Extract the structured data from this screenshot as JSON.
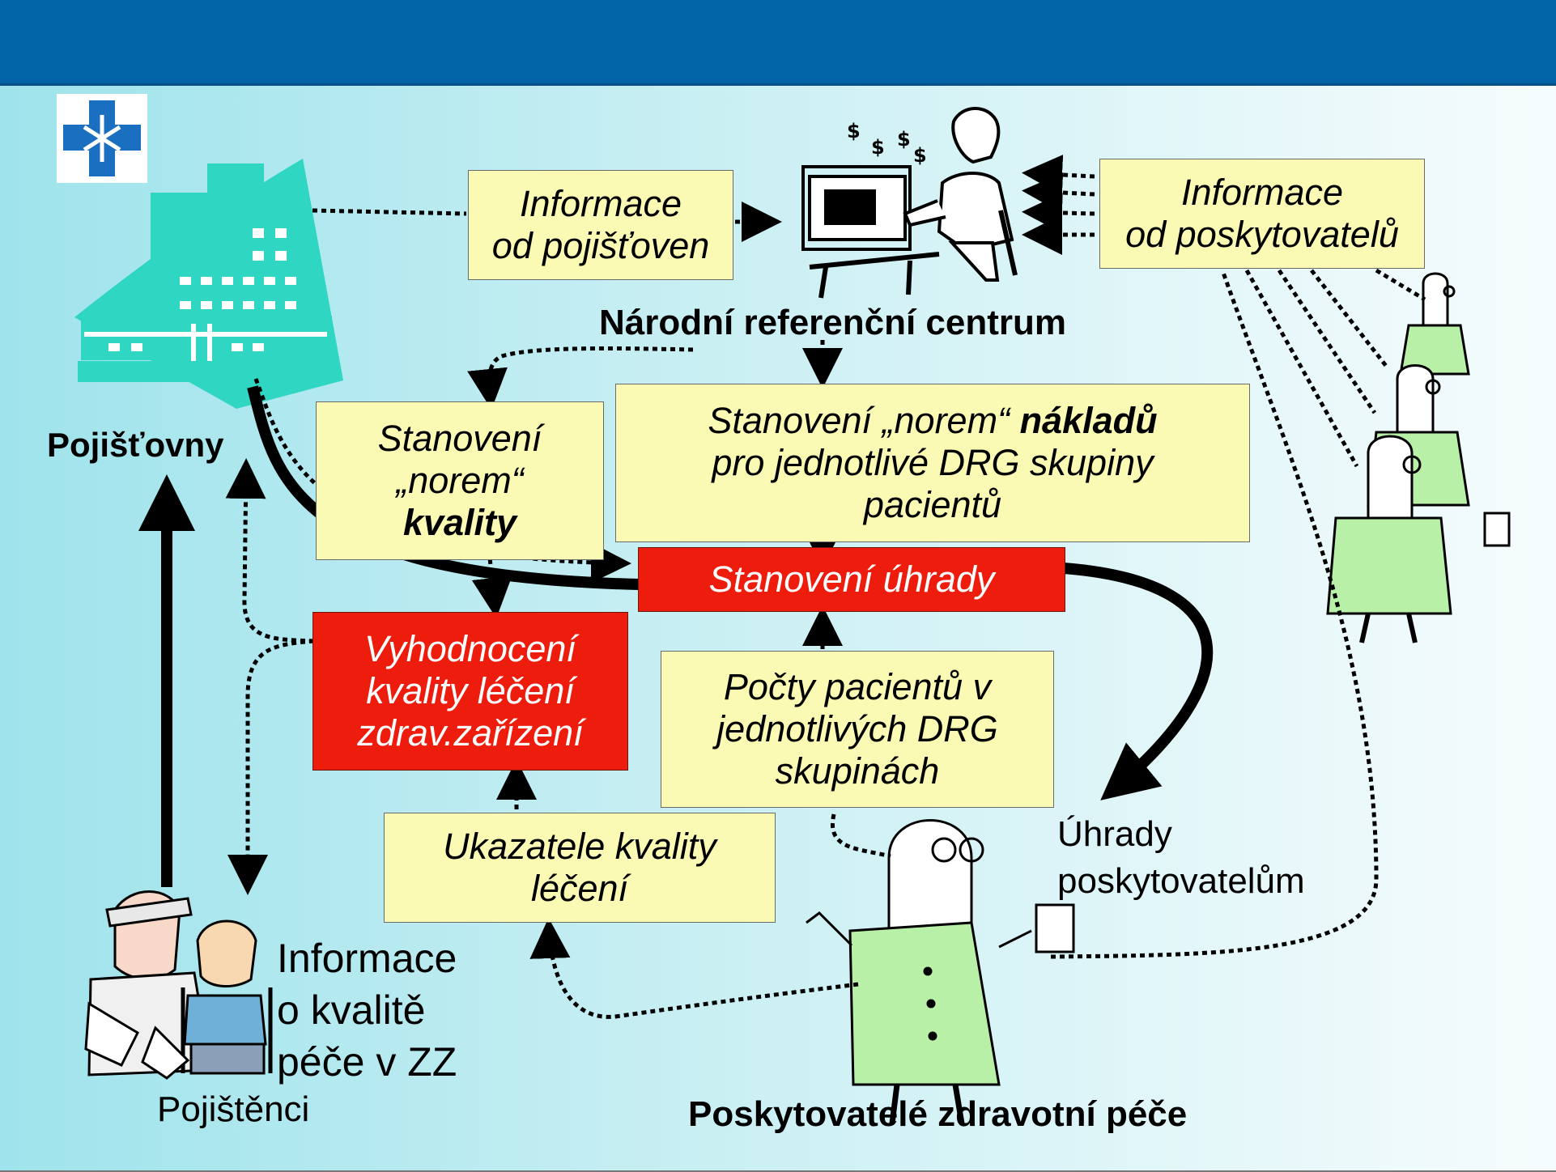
{
  "boxes": {
    "info_insurers": [
      "Informace",
      "od pojišťoven"
    ],
    "info_providers": [
      "Informace",
      "od poskytovatelů"
    ],
    "quality_norms": [
      "Stanovení",
      "„norem“"
    ],
    "quality_norms_bold": "kvality",
    "cost_norms_pre": "Stanovení „norem“ ",
    "cost_norms_bold": "nákladů",
    "cost_norms_rest": [
      "pro jednotlivé DRG skupiny",
      "pacientů"
    ],
    "payment": "Stanovení úhrady",
    "evaluation": [
      "Vyhodnocení",
      "kvality léčení",
      "zdrav.zařízení"
    ],
    "patient_counts": [
      "Počty pacientů v",
      "jednotlivých DRG",
      "skupinách"
    ],
    "quality_indicators": [
      "Ukazatele kvality",
      "léčení"
    ]
  },
  "labels": {
    "national_center": "Národní referenční centrum",
    "insurers": "Pojišťovny",
    "insured": "Pojištěnci",
    "quality_info": [
      "Informace",
      "o kvalitě",
      "péče v ZZ"
    ],
    "payments_to_providers": [
      "Úhrady",
      "poskytovatelům"
    ],
    "providers": "Poskytovatelé zdravotní péče"
  },
  "colors": {
    "header": "#0064a6",
    "yellow_box": "#fafab4",
    "red_box": "#ee1c0c",
    "hospital": "#2fd6c2",
    "doctor_coat": "#b8f0a8"
  },
  "icons": {
    "logo": "medical-cross-logo",
    "hospital": "hospital-building-icon",
    "computer_worker": "computer-worker-icon",
    "doctors": "doctor-icon",
    "patients": "injured-patients-icon"
  }
}
